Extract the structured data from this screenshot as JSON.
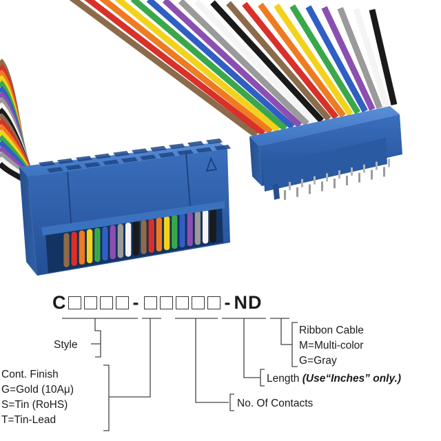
{
  "part_number": {
    "prefix": "C",
    "dash1": "-",
    "dash2": "-",
    "suffix": "ND"
  },
  "labels": {
    "style": "Style",
    "finish_title": "Cont. Finish",
    "finish_gold": "G=Gold (10Aμ)",
    "finish_tin": "S=Tin (RoHS)",
    "finish_tinlead": "T=Tin-Lead",
    "contacts": "No. Of Contacts",
    "length": "Length",
    "length_note": "(Use“Inches” only.)",
    "ribbon_title": "Ribbon Cable",
    "ribbon_multi": "M=Multi-color",
    "ribbon_gray": "G=Gray"
  },
  "colors": {
    "connector_blue": "#2f66b0",
    "connector_dark": "#1f4c8e",
    "wires": [
      "#8b6b4a",
      "#d9302a",
      "#ee7b22",
      "#f2d21b",
      "#3aa84a",
      "#2f5fc4",
      "#8a4fb0",
      "#9a9a9a",
      "#f4f4f4",
      "#1a1a1a"
    ]
  },
  "icons": {
    "triangle": "triangle-icon"
  }
}
